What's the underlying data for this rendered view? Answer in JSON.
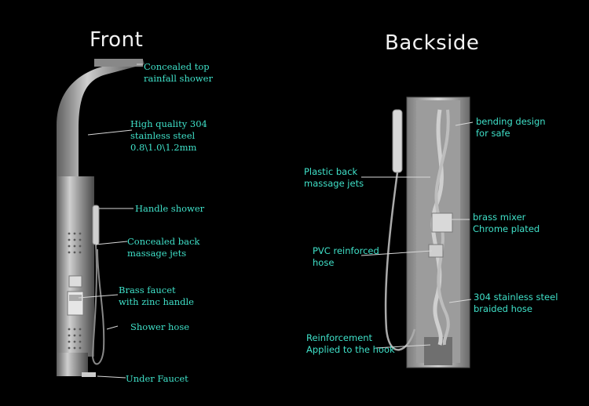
{
  "front": {
    "title": "Front",
    "labels": {
      "top_shower": [
        "Concealed top",
        "rainfall shower"
      ],
      "steel": [
        "High quality 304",
        "stainless steel",
        "0.8\\1.0\\1.2mm"
      ],
      "handle_shower": [
        "Handle shower"
      ],
      "back_jets": [
        "Concealed back",
        "massage jets"
      ],
      "faucet": [
        "Brass faucet",
        "with  zinc handle"
      ],
      "hose": [
        "Shower hose"
      ],
      "under_faucet": [
        "Under Faucet"
      ]
    }
  },
  "back": {
    "title": "Backside",
    "labels": {
      "bending": [
        "bending design",
        "for safe"
      ],
      "plastic_jets": [
        "Plastic back",
        "massage jets"
      ],
      "mixer": [
        "brass mixer",
        "Chrome plated"
      ],
      "pvc": [
        "PVC reinforced",
        "hose"
      ],
      "braided": [
        "304 stainless steel",
        "braided hose"
      ],
      "reinforcement": [
        "Reinforcement",
        "Applied to the hook"
      ]
    }
  },
  "colors": {
    "background": "#000000",
    "label": "#3fe0c8",
    "title": "#f2f2f2",
    "steel": "#b9b9b9"
  }
}
